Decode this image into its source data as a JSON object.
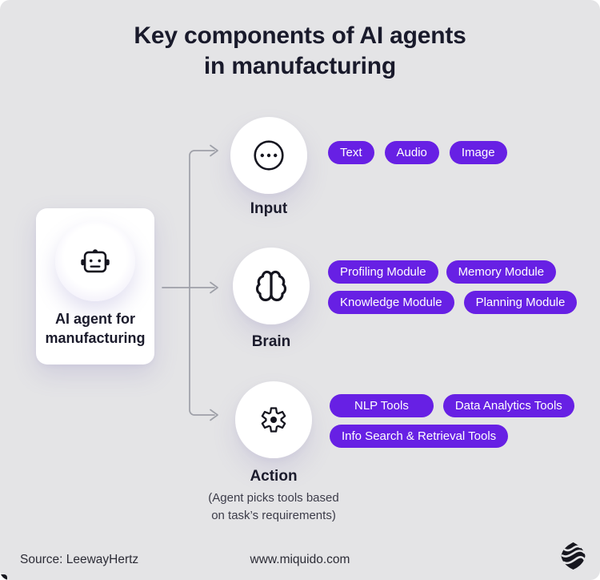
{
  "title": {
    "line1": "Key components of AI agents",
    "line2": "in manufacturing"
  },
  "agent_card": {
    "icon": "robot-icon",
    "label_line1": "AI agent for",
    "label_line2": "manufacturing"
  },
  "sections": [
    {
      "id": "input",
      "label": "Input",
      "icon": "ellipsis-circle-icon",
      "pills": [
        [
          "Text",
          "Audio",
          "Image"
        ]
      ]
    },
    {
      "id": "brain",
      "label": "Brain",
      "icon": "brain-icon",
      "pills": [
        [
          "Profiling Module",
          "Memory Module"
        ],
        [
          "Knowledge Module",
          "Planning Module"
        ]
      ]
    },
    {
      "id": "action",
      "label": "Action",
      "icon": "gear-icon",
      "caption_line1": "(Agent picks tools based",
      "caption_line2": "on task’s requirements)",
      "pills": [
        [
          "NLP Tools",
          "Data Analytics Tools"
        ],
        [
          "Info Search & Retrieval Tools"
        ]
      ]
    }
  ],
  "footer": {
    "source": "Source: LeewayHertz",
    "website": "www.miquido.com",
    "logo": "miquido-logo"
  },
  "colors": {
    "background": "#E4E4E6",
    "accent_purple": "#6720E4",
    "text_dark": "#1A1A2B",
    "connector_gray": "#9EA0A8",
    "pill_text": "#FFFFFF",
    "card_white": "#FFFFFF",
    "logo_dark": "#17171F"
  }
}
